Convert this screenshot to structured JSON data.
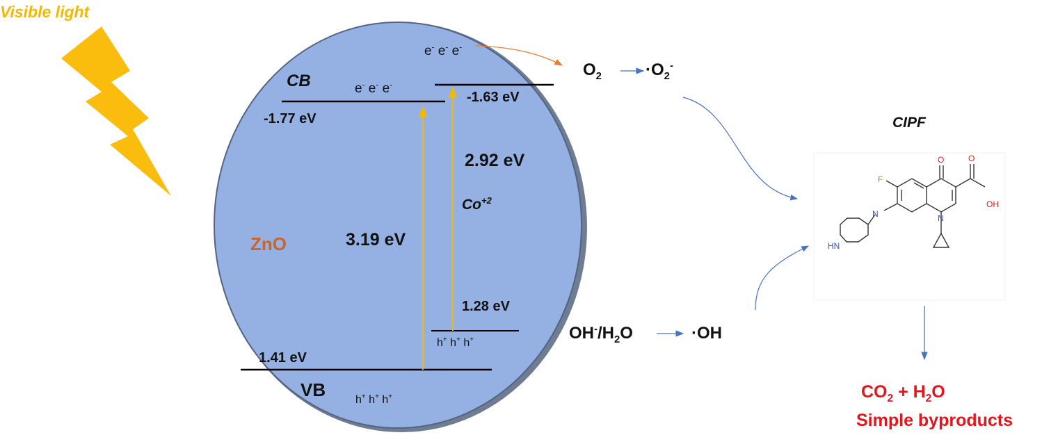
{
  "light": {
    "label": "Visible light",
    "color": "#f5b800"
  },
  "semiconductor": {
    "name": "ZnO",
    "name_color": "#c8662a",
    "fill": "#95b1e3"
  },
  "levels": {
    "cb_label": "CB",
    "vb_label": "VB",
    "zno_cb": "-1.77 eV",
    "zno_vb": "1.41 eV",
    "co_cb": "-1.63 eV",
    "co_vb": "1.28 eV",
    "zno_gap": "3.19 eV",
    "co_gap": "2.92 eV",
    "dopant_base": "Co",
    "dopant_charge": "+2"
  },
  "carriers": {
    "electron": "e",
    "electron_charge": "-",
    "hole": "h",
    "hole_charge": "+"
  },
  "reactions": {
    "oxygen_base": "O",
    "oxygen_sub": "2",
    "superoxide_dot": "·",
    "superoxide_base": "O",
    "superoxide_sub": "2",
    "superoxide_charge": "-",
    "hydroxide_base": "OH",
    "hydroxide_charge": "-",
    "water_prefix": "/H",
    "water_sub": "2",
    "water_suffix": "O",
    "radical": "·OH"
  },
  "molecule": {
    "name": "CIPF",
    "atoms": {
      "fluorine": "F",
      "oxygen": "O",
      "hydroxyl": "OH",
      "nitrogen": "N",
      "amine": "HN"
    }
  },
  "products": {
    "co2_base": "CO",
    "co2_sub": "2",
    "plus": " + H",
    "h2o_sub": "2",
    "h2o_end": "O",
    "line2": "Simple byproducts",
    "color": "#e8141b"
  },
  "colors": {
    "transition_arrow": "#f5b800",
    "flow_arrow": "#4472c4",
    "electron_arrow": "#ed7d31"
  }
}
